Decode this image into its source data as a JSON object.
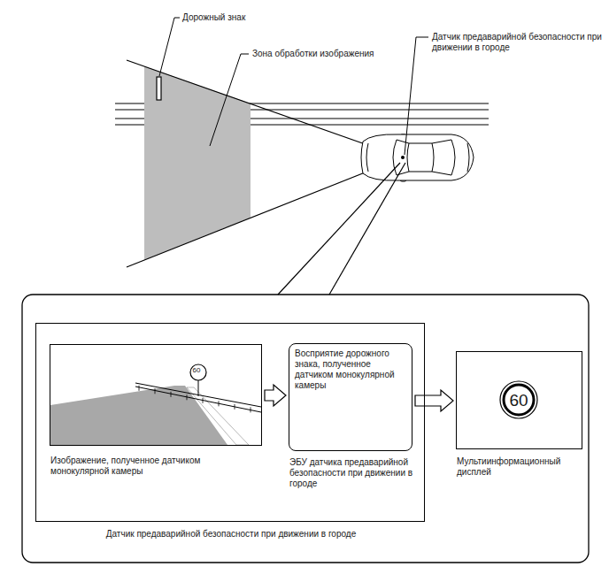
{
  "diagram": {
    "nodes": [
      {
        "text": [
          "Датчик предаварийной безопасности при движении в городе"
        ]
      },
      {
        "text": [
          "Изображение, полученное датчиком монокулярной камеры"
        ],
        "in": 0
      },
      {
        "text": [
          "Восприятие дорожного знака, полученное датчиком монокулярной камеры",
          "ЭБУ датчика предаварийной безопасности при движении в городе"
        ],
        "in": 0
      },
      {
        "text": [
          "Мультиинформационный дисплей"
        ]
      }
    ],
    "edges": [
      {
        "from": 1,
        "to": 2,
        "arrow": "to"
      },
      {
        "from": 2,
        "to": 3,
        "arrow": "to"
      }
    ],
    "labels": [
      "Дорожный знак",
      "Зона обработки изображения",
      "Датчик предаварийной безопасности при движении в городе",
      "60",
      "60"
    ]
  }
}
